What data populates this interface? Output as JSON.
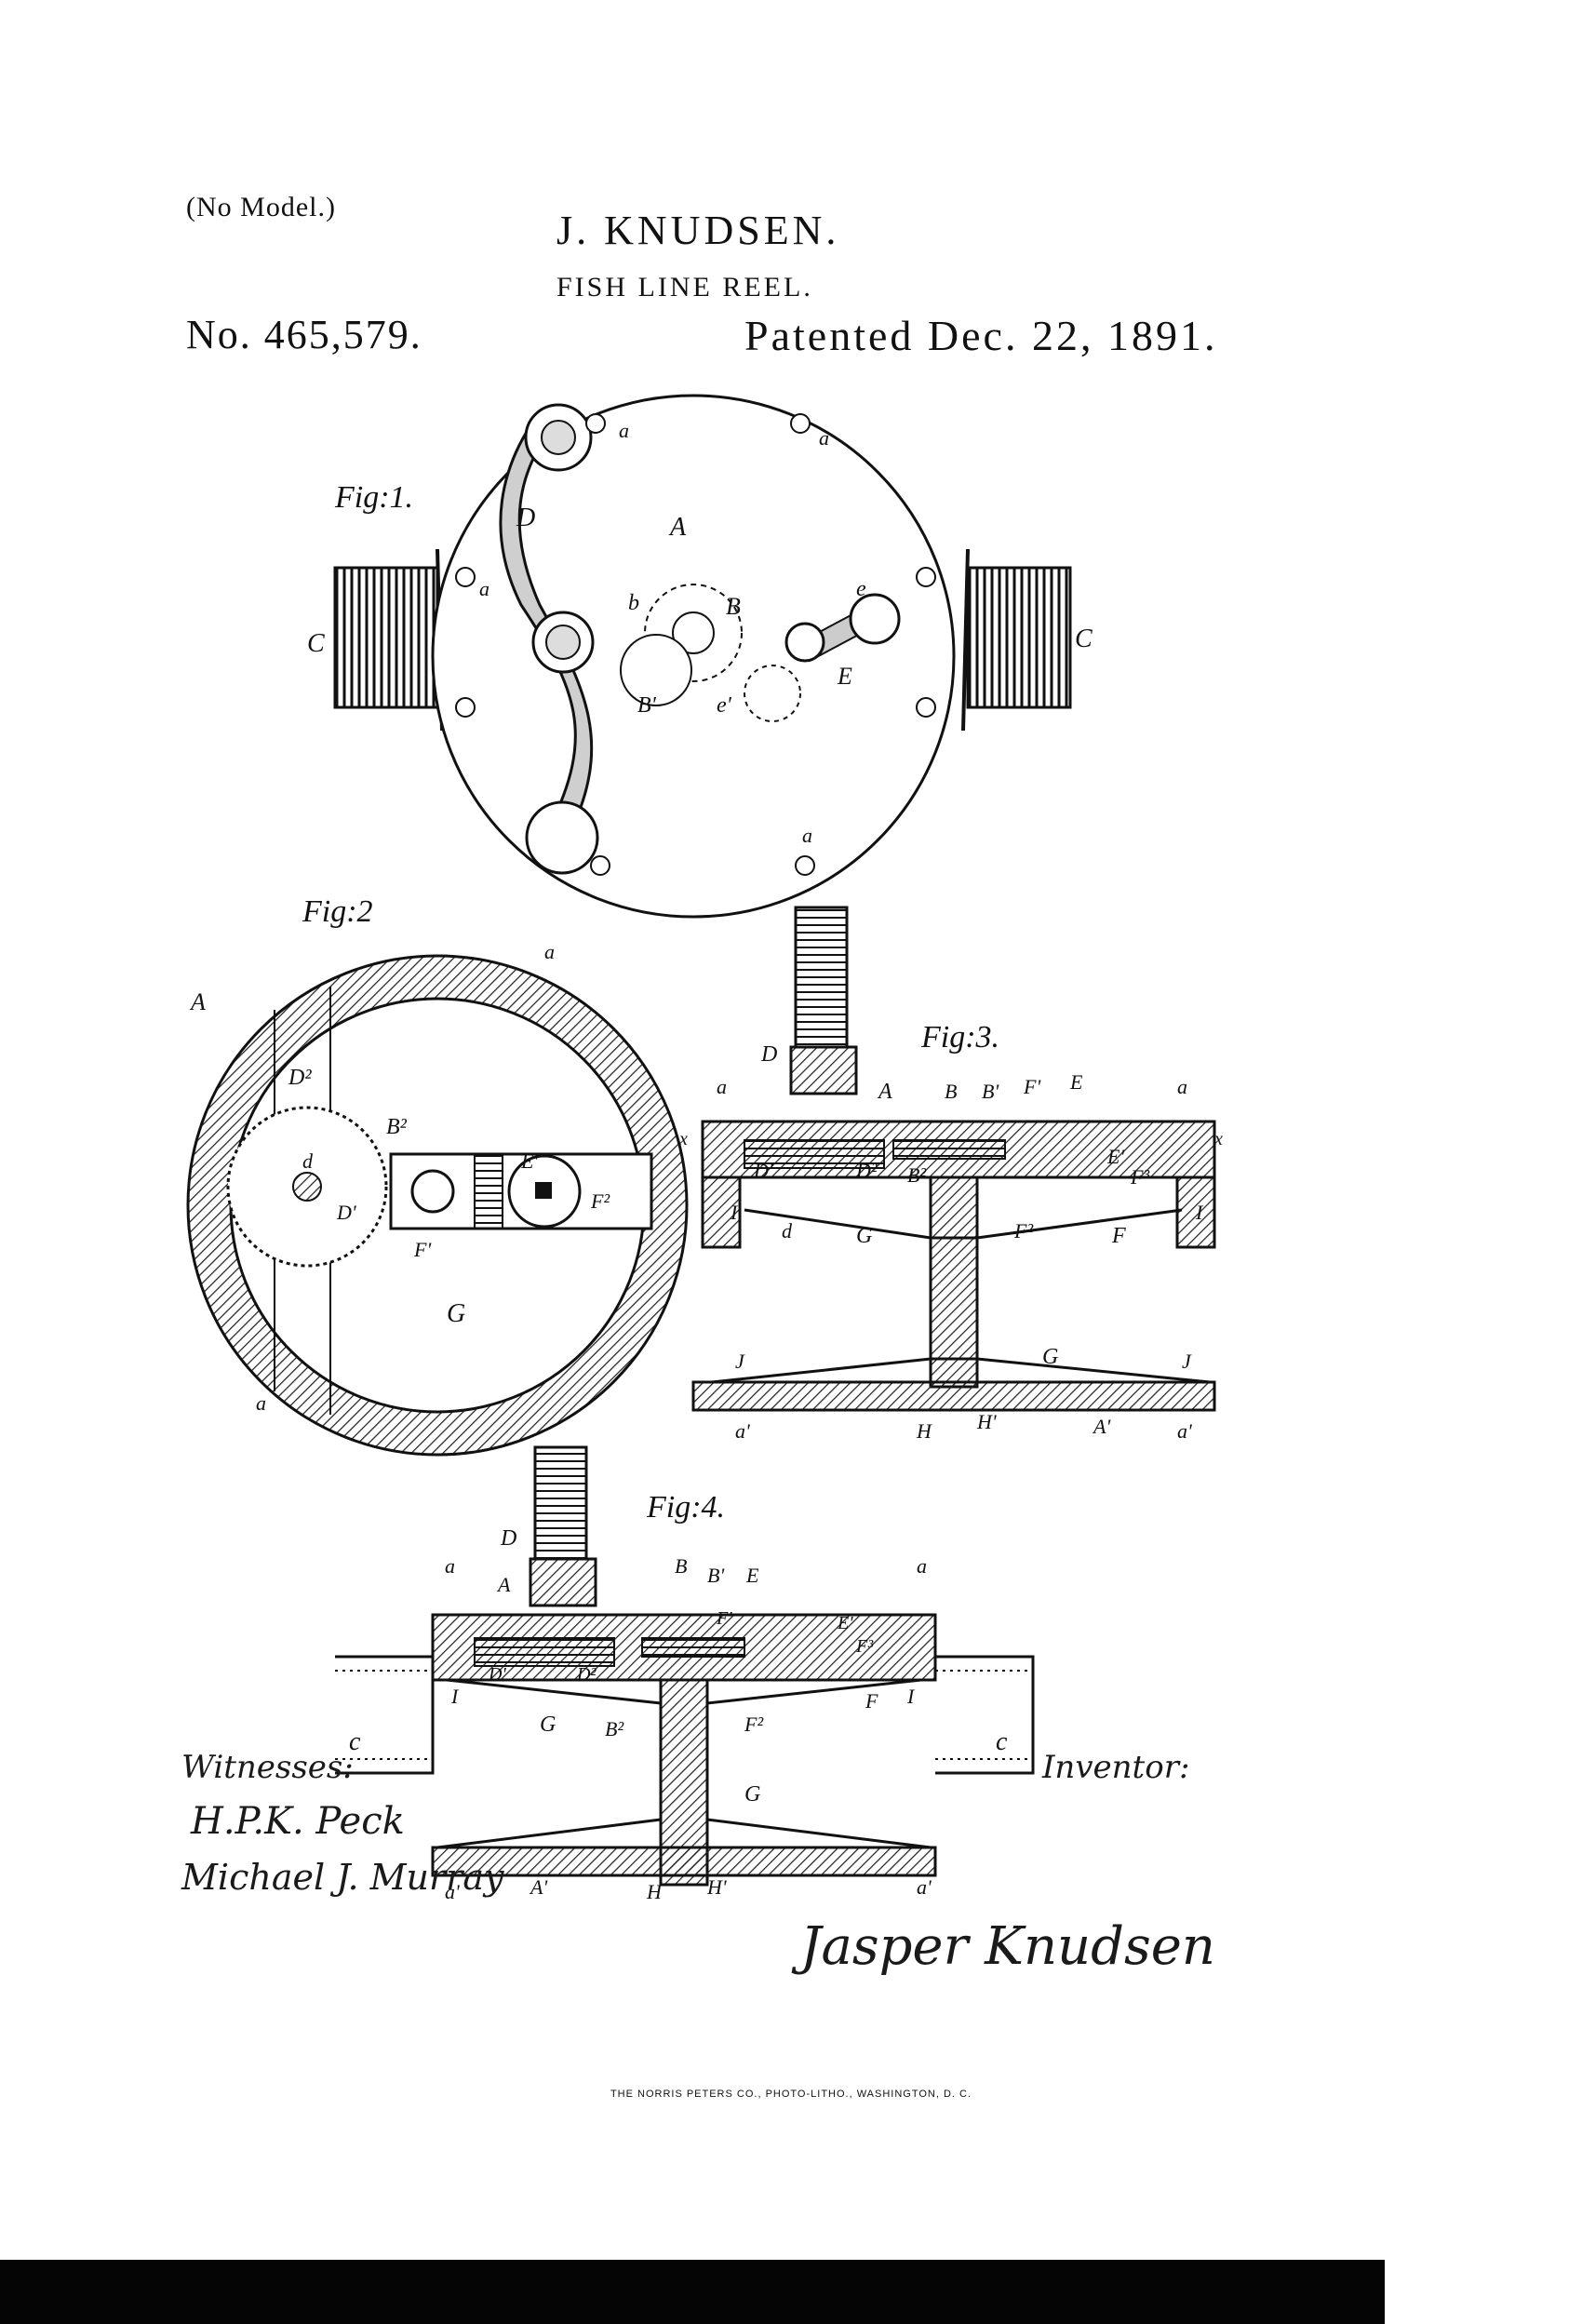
{
  "header": {
    "no_model": "(No Model.)",
    "inventor": "J. KNUDSEN.",
    "title": "FISH LINE REEL.",
    "patent_number": "No. 465,579.",
    "patent_date": "Patented Dec. 22, 1891."
  },
  "figures": {
    "fig1": "Fig:1.",
    "fig2": "Fig:2",
    "fig3": "Fig:3.",
    "fig4": "Fig:4."
  },
  "labels": {
    "A": "A",
    "A1": "A'",
    "a": "a",
    "a1": "a'",
    "B": "B",
    "B1": "B'",
    "B2": "B²",
    "b": "b",
    "C": "C",
    "c_small": "c",
    "D": "D",
    "D1": "D'",
    "D2": "D²",
    "d": "d",
    "E": "E",
    "E1": "E'",
    "e": "e",
    "e1": "e'",
    "F": "F",
    "F1": "F'",
    "F2": "F²",
    "F3": "F³",
    "G": "G",
    "H": "H",
    "H1": "H'",
    "I": "I",
    "J": "J",
    "x": "x"
  },
  "witnesses": {
    "label": "Witnesses:",
    "sig1": "H.P.K. Peck",
    "sig2": "Michael J. Murray"
  },
  "inventor_block": {
    "label": "Inventor:",
    "signature": "Jasper Knudsen"
  },
  "printer": "THE NORRIS PETERS CO., PHOTO-LITHO., WASHINGTON, D. C."
}
